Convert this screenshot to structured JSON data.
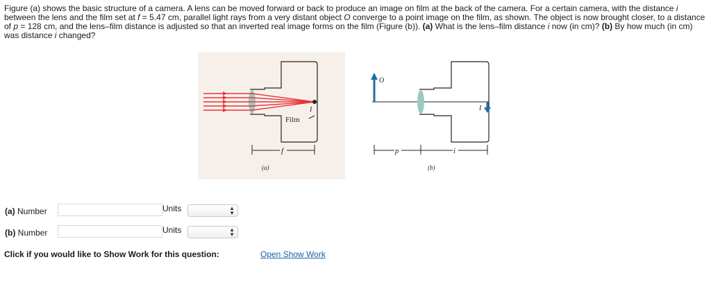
{
  "question": {
    "part1": "Figure (a) shows the basic structure of a camera. A lens can be moved forward or back to produce an image on film at the back of the camera. For a certain camera, with the distance ",
    "var_i_1": "i",
    "part2": " between the lens and the film set at ",
    "var_f": "f",
    "part3": " = 5.47 cm, parallel light rays from a very distant object ",
    "var_O": "O",
    "part4": " converge to a point image on the film, as shown. The object is now brought closer, to a distance of ",
    "var_p": "p",
    "part5": " = 128 cm, and the lens–film distance is adjusted so that an inverted real image forms on the film (Figure (b)). ",
    "part_a_bold": "(a)",
    "part6": " What is the lens–film distance ",
    "var_i_2": "i",
    "part7": " now (in cm)? ",
    "part_b_bold": "(b)",
    "part8": " By how much (in cm) was distance ",
    "var_i_3": "i",
    "part9": " changed?"
  },
  "figure": {
    "a": {
      "film_label": "Film",
      "image_label": "I",
      "f_label": "f",
      "caption": "(a)"
    },
    "b": {
      "object_label": "O",
      "image_label": "I",
      "p_label": "p",
      "i_label": "i",
      "caption": "(b)"
    },
    "colors": {
      "rays": "#e8323c",
      "lens": "#9cc9bf",
      "object": "#1d6ea8",
      "background": "#f7f0ea"
    }
  },
  "answers": {
    "a": {
      "part": "(a)",
      "label": "Number",
      "value": "",
      "units_label": "Units",
      "units_value": ""
    },
    "b": {
      "part": "(b)",
      "label": "Number",
      "value": "",
      "units_label": "Units",
      "units_value": ""
    }
  },
  "showwork": {
    "prompt": "Click if you would like to Show Work for this question:",
    "link": "Open Show Work"
  }
}
